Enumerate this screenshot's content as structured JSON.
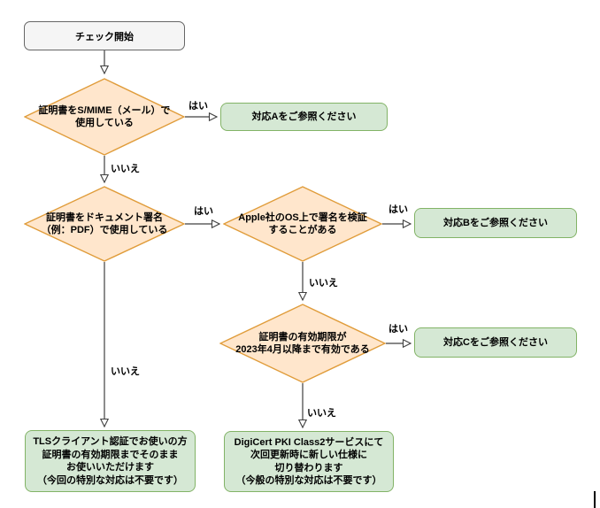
{
  "diagram": {
    "type": "flowchart",
    "language": "ja"
  },
  "colors": {
    "decision_fill": "#ffe6cc",
    "decision_stroke": "#e09c3a",
    "result_fill": "#d5e8d4",
    "result_stroke": "#82b366",
    "start_fill": "#f5f5f5",
    "start_stroke": "#666666",
    "arrow": "#404040"
  },
  "labels": {
    "yes": "はい",
    "no": "いいえ"
  },
  "nodes": {
    "start": {
      "label": "チェック開始"
    },
    "d1": {
      "lines": [
        "証明書をS/MIME（メール）で",
        "使用している"
      ]
    },
    "d2": {
      "lines": [
        "証明書をドキュメント署名",
        "（例：PDF）で使用している"
      ]
    },
    "d3": {
      "lines": [
        "Apple社のOS上で署名を検証",
        "することがある"
      ]
    },
    "d4": {
      "lines": [
        "証明書の有効期限が",
        "2023年4月以降まで有効である"
      ]
    },
    "result_a": {
      "label": "対応Aをご参照ください"
    },
    "result_b": {
      "label": "対応Bをご参照ください"
    },
    "result_c": {
      "label": "対応Cをご参照ください"
    },
    "result_tls": {
      "lines": [
        "TLSクライアント認証でお使いの方",
        "証明書の有効期限までそのまま",
        "お使いいただけます",
        "（今回の特別な対応は不要です）"
      ]
    },
    "result_digicert": {
      "lines": [
        "DigiCert PKI Class2サービスにて",
        "次回更新時に新しい仕様に",
        "切り替わります",
        "（今般の特別な対応は不要です）"
      ]
    }
  }
}
